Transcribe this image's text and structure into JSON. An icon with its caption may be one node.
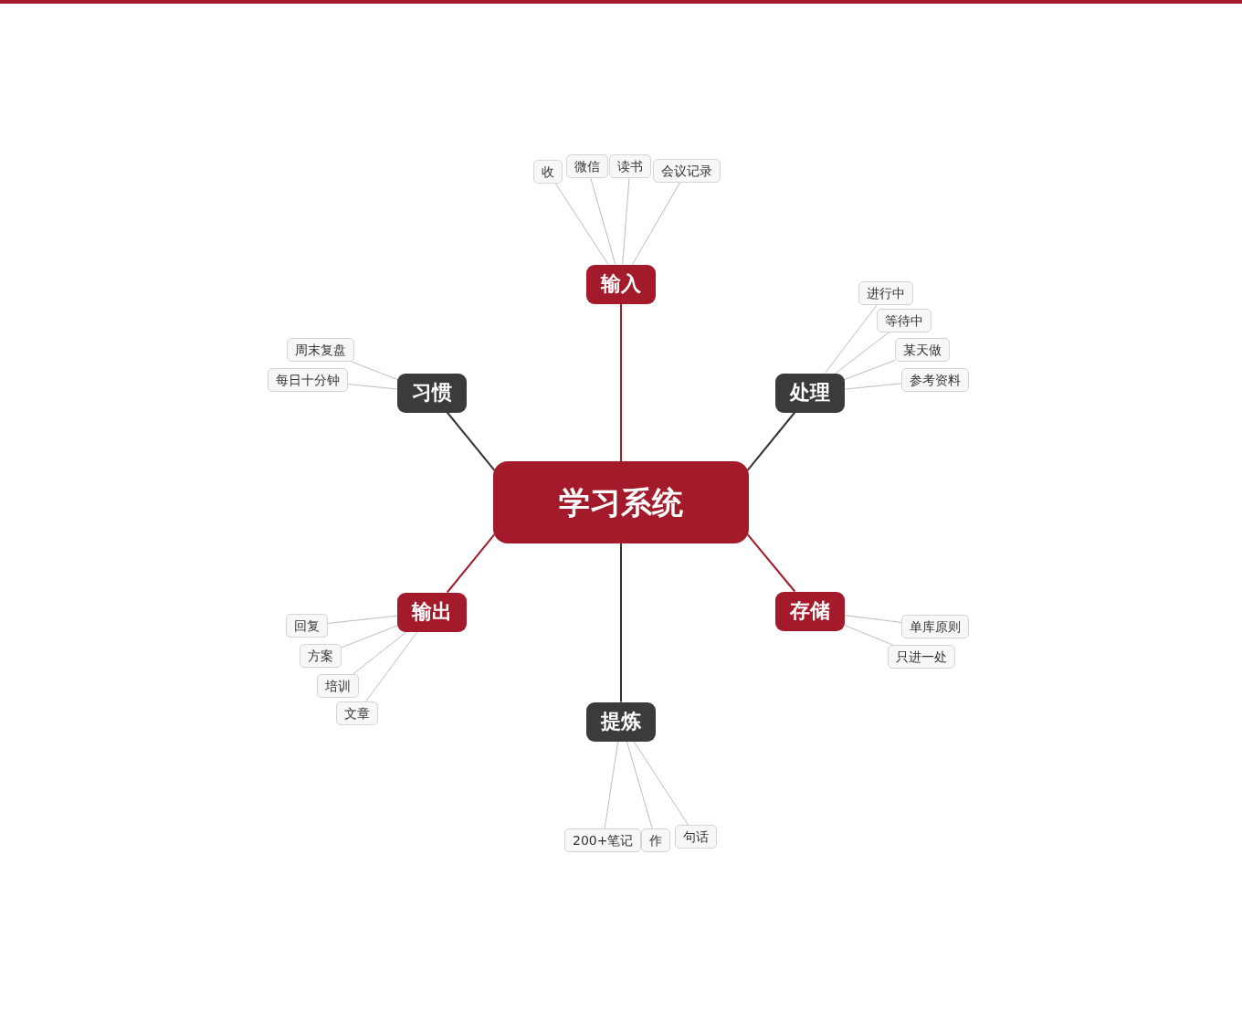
{
  "diagram": {
    "nodes": [
      {
        "text": [
          "学习系统"
        ]
      },
      {
        "text": [
          "输入"
        ]
      },
      {
        "text": [
          "处理"
        ]
      },
      {
        "text": [
          "存储"
        ]
      },
      {
        "text": [
          "提炼"
        ]
      },
      {
        "text": [
          "输出"
        ]
      },
      {
        "text": [
          "习惯"
        ]
      },
      {
        "text": [
          "收"
        ]
      },
      {
        "text": [
          "微信"
        ]
      },
      {
        "text": [
          "读书"
        ]
      },
      {
        "text": [
          "会议记录"
        ]
      },
      {
        "text": [
          "进行中"
        ]
      },
      {
        "text": [
          "等待中"
        ]
      },
      {
        "text": [
          "某天做"
        ]
      },
      {
        "text": [
          "参考资料"
        ]
      },
      {
        "text": [
          "单库原则"
        ]
      },
      {
        "text": [
          "只进一处"
        ]
      },
      {
        "text": [
          "200+笔记"
        ]
      },
      {
        "text": [
          "作"
        ]
      },
      {
        "text": [
          "句话"
        ]
      },
      {
        "text": [
          "回复"
        ]
      },
      {
        "text": [
          "方案"
        ]
      },
      {
        "text": [
          "培训"
        ]
      },
      {
        "text": [
          "文章"
        ]
      },
      {
        "text": [
          "周末复盘"
        ]
      },
      {
        "text": [
          "每日十分钟"
        ]
      }
    ],
    "edges": [
      {
        "from": 0,
        "to": 1,
        "arrow": "none",
        "color": "#a31b2b"
      },
      {
        "from": 0,
        "to": 2,
        "arrow": "none",
        "color": "#333333"
      },
      {
        "from": 0,
        "to": 3,
        "arrow": "none",
        "color": "#a31b2b"
      },
      {
        "from": 0,
        "to": 4,
        "arrow": "none",
        "color": "#333333"
      },
      {
        "from": 0,
        "to": 5,
        "arrow": "none",
        "color": "#a31b2b"
      },
      {
        "from": 0,
        "to": 6,
        "arrow": "none",
        "color": "#333333"
      },
      {
        "from": 1,
        "to": 7,
        "arrow": "none"
      },
      {
        "from": 1,
        "to": 8,
        "arrow": "none"
      },
      {
        "from": 1,
        "to": 9,
        "arrow": "none"
      },
      {
        "from": 1,
        "to": 10,
        "arrow": "none"
      },
      {
        "from": 2,
        "to": 11,
        "arrow": "none"
      },
      {
        "from": 2,
        "to": 12,
        "arrow": "none"
      },
      {
        "from": 2,
        "to": 13,
        "arrow": "none"
      },
      {
        "from": 2,
        "to": 14,
        "arrow": "none"
      },
      {
        "from": 3,
        "to": 15,
        "arrow": "none"
      },
      {
        "from": 3,
        "to": 16,
        "arrow": "none"
      },
      {
        "from": 4,
        "to": 17,
        "arrow": "none"
      },
      {
        "from": 4,
        "to": 18,
        "arrow": "none"
      },
      {
        "from": 4,
        "to": 19,
        "arrow": "none"
      },
      {
        "from": 5,
        "to": 20,
        "arrow": "none"
      },
      {
        "from": 5,
        "to": 21,
        "arrow": "none"
      },
      {
        "from": 5,
        "to": 22,
        "arrow": "none"
      },
      {
        "from": 5,
        "to": 23,
        "arrow": "none"
      },
      {
        "from": 6,
        "to": 24,
        "arrow": "none"
      },
      {
        "from": 6,
        "to": 25,
        "arrow": "none"
      }
    ]
  }
}
